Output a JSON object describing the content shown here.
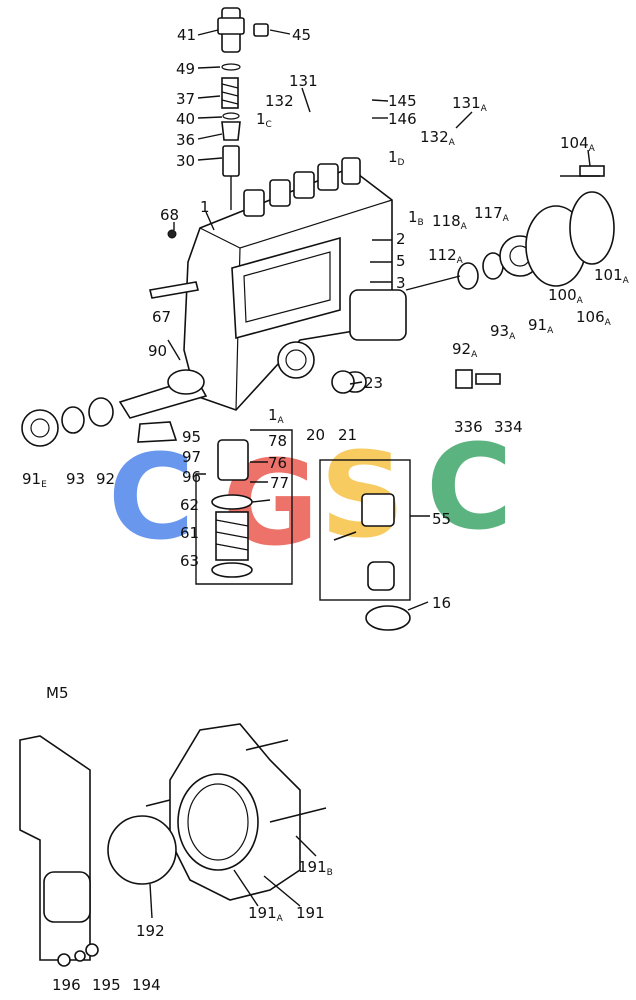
{
  "diagram": {
    "section_label": "M5",
    "watermark": {
      "letters": [
        "C",
        "G",
        "S",
        "C"
      ],
      "colors": [
        "#4f86ec",
        "#ea5a4f",
        "#f6c344",
        "#3fa66a"
      ]
    },
    "callouts": [
      {
        "id": "c41",
        "text": "41"
      },
      {
        "id": "c45",
        "text": "45"
      },
      {
        "id": "c49",
        "text": "49"
      },
      {
        "id": "c131",
        "text": "131"
      },
      {
        "id": "c37",
        "text": "37"
      },
      {
        "id": "c132",
        "text": "132"
      },
      {
        "id": "c40",
        "text": "40"
      },
      {
        "id": "c1C",
        "text": "1",
        "sub": "C"
      },
      {
        "id": "c36",
        "text": "36"
      },
      {
        "id": "c30",
        "text": "30"
      },
      {
        "id": "c145",
        "text": "145"
      },
      {
        "id": "c146",
        "text": "146"
      },
      {
        "id": "c131A",
        "text": "131",
        "sub": "A"
      },
      {
        "id": "c132A",
        "text": "132",
        "sub": "A"
      },
      {
        "id": "c1D",
        "text": "1",
        "sub": "D"
      },
      {
        "id": "c104A",
        "text": "104",
        "sub": "A"
      },
      {
        "id": "c68",
        "text": "68"
      },
      {
        "id": "c1",
        "text": "1"
      },
      {
        "id": "c1B",
        "text": "1",
        "sub": "B"
      },
      {
        "id": "c118A",
        "text": "118",
        "sub": "A"
      },
      {
        "id": "c117A",
        "text": "117",
        "sub": "A"
      },
      {
        "id": "c2",
        "text": "2"
      },
      {
        "id": "c112A",
        "text": "112",
        "sub": "A"
      },
      {
        "id": "c5",
        "text": "5"
      },
      {
        "id": "c3",
        "text": "3"
      },
      {
        "id": "c101A",
        "text": "101",
        "sub": "A"
      },
      {
        "id": "c100A",
        "text": "100",
        "sub": "A"
      },
      {
        "id": "c106A",
        "text": "106",
        "sub": "A"
      },
      {
        "id": "c91A",
        "text": "91",
        "sub": "A"
      },
      {
        "id": "c93A",
        "text": "93",
        "sub": "A"
      },
      {
        "id": "c92A",
        "text": "92",
        "sub": "A"
      },
      {
        "id": "c67",
        "text": "67"
      },
      {
        "id": "c90",
        "text": "90"
      },
      {
        "id": "c23",
        "text": "23"
      },
      {
        "id": "c1A",
        "text": "1",
        "sub": "A"
      },
      {
        "id": "c20",
        "text": "20"
      },
      {
        "id": "c21",
        "text": "21"
      },
      {
        "id": "c336",
        "text": "336"
      },
      {
        "id": "c334",
        "text": "334"
      },
      {
        "id": "c95",
        "text": "95"
      },
      {
        "id": "c78",
        "text": "78"
      },
      {
        "id": "c97",
        "text": "97"
      },
      {
        "id": "c76",
        "text": "76"
      },
      {
        "id": "c96",
        "text": "96"
      },
      {
        "id": "c77",
        "text": "77"
      },
      {
        "id": "c91E",
        "text": "91",
        "sub": "E"
      },
      {
        "id": "c93",
        "text": "93"
      },
      {
        "id": "c92",
        "text": "92"
      },
      {
        "id": "c62",
        "text": "62"
      },
      {
        "id": "c55",
        "text": "55"
      },
      {
        "id": "c61",
        "text": "61"
      },
      {
        "id": "c63",
        "text": "63"
      },
      {
        "id": "c16",
        "text": "16"
      },
      {
        "id": "c191B",
        "text": "191",
        "sub": "B"
      },
      {
        "id": "c192",
        "text": "192"
      },
      {
        "id": "c191A",
        "text": "191",
        "sub": "A"
      },
      {
        "id": "c191",
        "text": "191"
      },
      {
        "id": "c196",
        "text": "196"
      },
      {
        "id": "c195",
        "text": "195"
      },
      {
        "id": "c194",
        "text": "194"
      }
    ]
  }
}
